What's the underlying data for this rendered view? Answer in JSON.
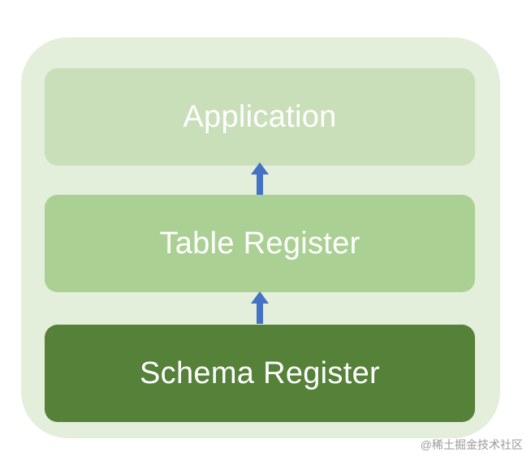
{
  "layers": {
    "application": "Application",
    "table_register": "Table Register",
    "schema_register": "Schema Register"
  },
  "colors": {
    "outer_background": "#e3eedb",
    "application": "#c9dfb9",
    "table_register": "#abd093",
    "schema_register": "#558139",
    "arrow": "#4472c4"
  },
  "arrows": [
    {
      "from": "Table Register",
      "to": "Application"
    },
    {
      "from": "Schema Register",
      "to": "Table Register"
    }
  ],
  "watermark": "@稀土掘金技术社区"
}
